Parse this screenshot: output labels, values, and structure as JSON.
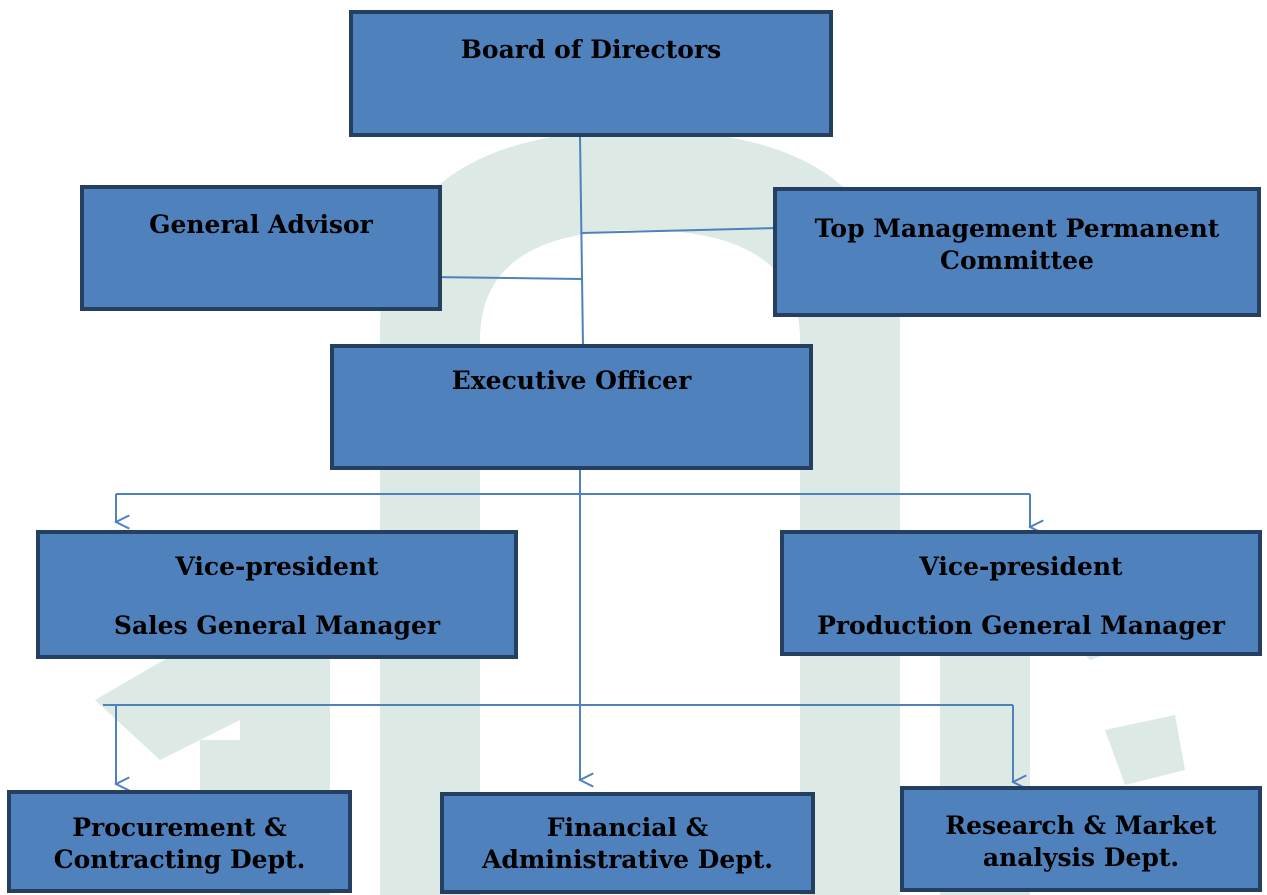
{
  "colors": {
    "box_fill": "#4f81bd",
    "box_border": "#243f60",
    "connector": "#4f81bd",
    "watermark": "#dce9e4"
  },
  "nodes": {
    "board": {
      "lines": [
        "Board of Directors"
      ]
    },
    "advisor": {
      "lines": [
        "General Advisor"
      ]
    },
    "committee": {
      "lines": [
        "Top Management Permanent",
        "Committee"
      ]
    },
    "executive": {
      "lines": [
        "Executive Officer"
      ]
    },
    "vp_sales": {
      "lines": [
        "Vice-president",
        "Sales General Manager"
      ]
    },
    "vp_production": {
      "lines": [
        "Vice-president",
        "Production General Manager"
      ]
    },
    "procurement": {
      "lines": [
        "Procurement &",
        "Contracting Dept."
      ]
    },
    "financial": {
      "lines": [
        "Financial &",
        "Administrative Dept."
      ]
    },
    "research": {
      "lines": [
        "Research & Market",
        "analysis Dept."
      ]
    }
  },
  "edges": [
    [
      "board",
      "executive"
    ],
    [
      "board",
      "committee"
    ],
    [
      "board",
      "advisor"
    ],
    [
      "executive",
      "vp_sales"
    ],
    [
      "executive",
      "vp_production"
    ],
    [
      "executive",
      "procurement"
    ],
    [
      "executive",
      "financial"
    ],
    [
      "executive",
      "research"
    ]
  ]
}
